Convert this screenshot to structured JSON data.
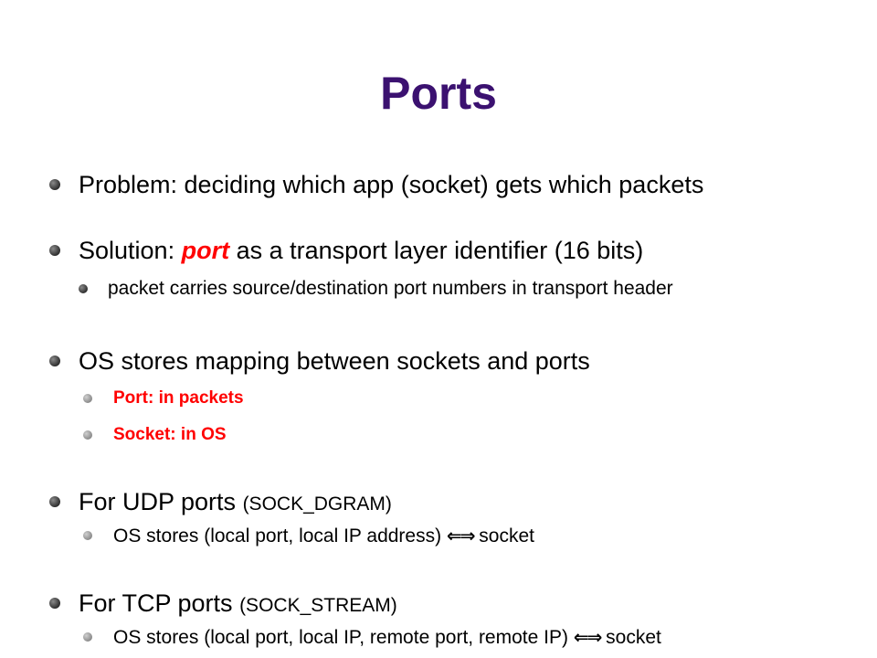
{
  "slide": {
    "title": "Ports"
  },
  "bullets": {
    "problem": "Problem: deciding which app (socket) gets which packets",
    "solution": {
      "prefix": "Solution: ",
      "emphasis": "port",
      "suffix": " as a transport layer identifier (16 bits)",
      "sub": "packet carries source/destination port numbers in transport header"
    },
    "os_mapping": {
      "text": "OS stores mapping between sockets and ports",
      "subs": [
        "Port: in packets",
        "Socket: in OS"
      ]
    },
    "udp": {
      "text": "For UDP ports ",
      "paren": "(SOCK_DGRAM)",
      "sub_prefix": "OS stores (local port, local IP address) ",
      "arrow": "⇐⇒",
      "sub_suffix": " socket"
    },
    "tcp": {
      "text": "For TCP ports ",
      "paren": "(SOCK_STREAM)",
      "sub_prefix": "OS stores (local port, local IP, remote port, remote IP) ",
      "arrow": "⇐⇒",
      "sub_suffix": " socket"
    }
  },
  "colors": {
    "title": "#3b1170",
    "emphasis": "#ff0000",
    "text": "#000000"
  }
}
